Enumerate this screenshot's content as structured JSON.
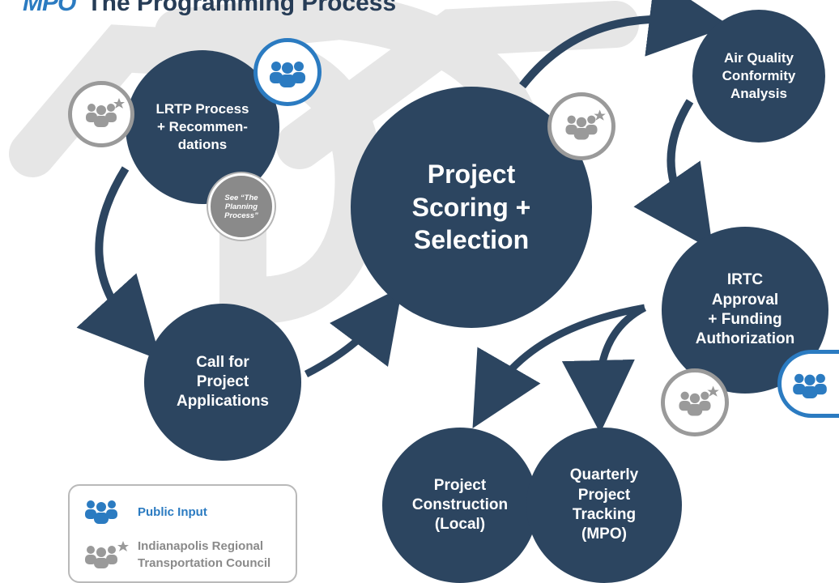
{
  "header": {
    "logo_text": "MPO",
    "title": "The Programming Process"
  },
  "nodes": {
    "lrtp": {
      "line1": "LRTP Process",
      "line2": "+ Recommen-",
      "line3": "dations"
    },
    "call": {
      "line1": "Call for",
      "line2": "Project",
      "line3": "Applications"
    },
    "scoring": {
      "line1": "Project",
      "line2": "Scoring +",
      "line3": "Selection"
    },
    "air": {
      "line1": "Air Quality",
      "line2": "Conformity",
      "line3": "Analysis"
    },
    "irtc": {
      "line1": "IRTC",
      "line2": "Approval",
      "line3": "+ Funding",
      "line4": "Authorization"
    },
    "construction": {
      "line1": "Project",
      "line2": "Construction",
      "line3": "(Local)"
    },
    "tracking": {
      "line1": "Quarterly",
      "line2": "Project",
      "line3": "Tracking",
      "line4": "(MPO)"
    }
  },
  "see_note": {
    "line1": "See “The",
    "line2": "Planning",
    "line3": "Process”"
  },
  "legend": {
    "public_input": "Public Input",
    "irtc_line1": "Indianapolis Regional",
    "irtc_line2": "Transportation Council"
  },
  "colors": {
    "node": "#2c4560",
    "public_input": "#2b7bc1",
    "irtc": "#9a9a9a",
    "watermark": "#e3e3e3"
  },
  "icons": {
    "public_input": "people-group-icon",
    "irtc": "people-group-star-icon"
  }
}
